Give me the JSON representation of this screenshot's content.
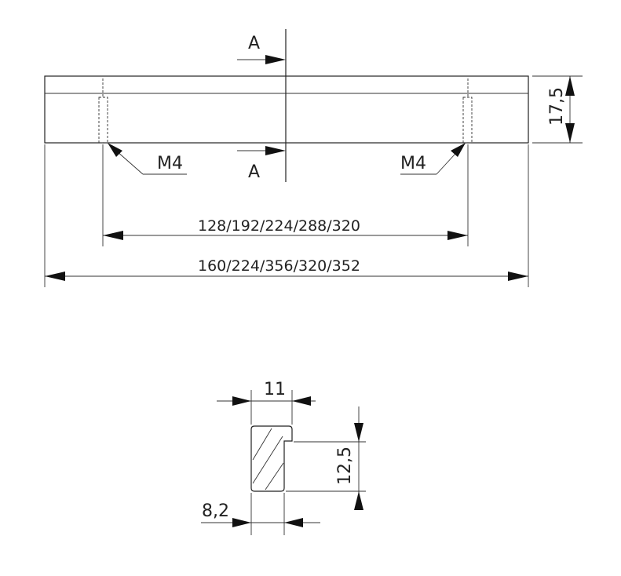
{
  "drawing": {
    "section_label_top": "A",
    "section_label_bottom": "A",
    "thread_left": "M4",
    "thread_right": "M4",
    "height_dim": "17,5",
    "hole_spacing_dim": "128/192/224/288/320",
    "overall_length_dim": "160/224/356/320/352"
  },
  "section": {
    "width_dim": "11",
    "height_dim": "12,5",
    "base_dim": "8,2"
  }
}
